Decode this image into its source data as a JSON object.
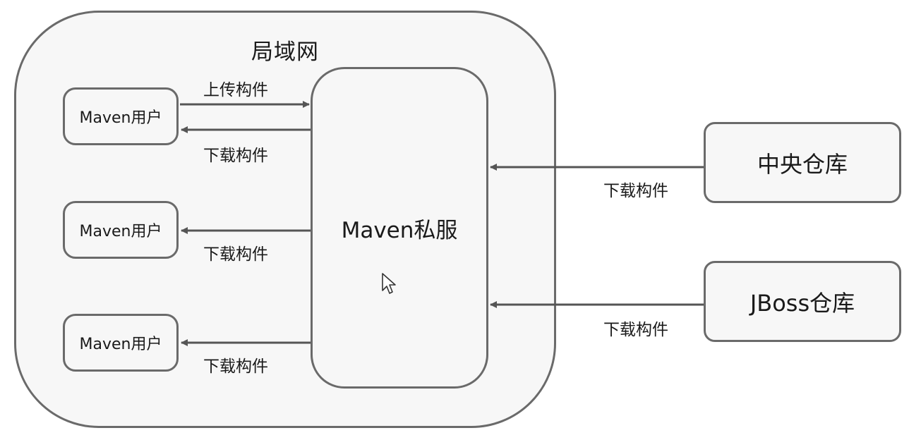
{
  "lan": {
    "title": "局域网"
  },
  "private_server": {
    "label": "Maven私服"
  },
  "users": [
    {
      "label": "Maven用户"
    },
    {
      "label": "Maven用户"
    },
    {
      "label": "Maven用户"
    }
  ],
  "edges": {
    "upload": "上传构件",
    "download_1": "下载构件",
    "download_2": "下载构件",
    "download_3": "下载构件",
    "download_central": "下载构件",
    "download_jboss": "下载构件"
  },
  "repos": {
    "central": "中央仓库",
    "jboss": "JBoss仓库"
  },
  "colors": {
    "border": "#6a6a6a",
    "fill": "#f7f7f7",
    "arrow": "#555555"
  }
}
